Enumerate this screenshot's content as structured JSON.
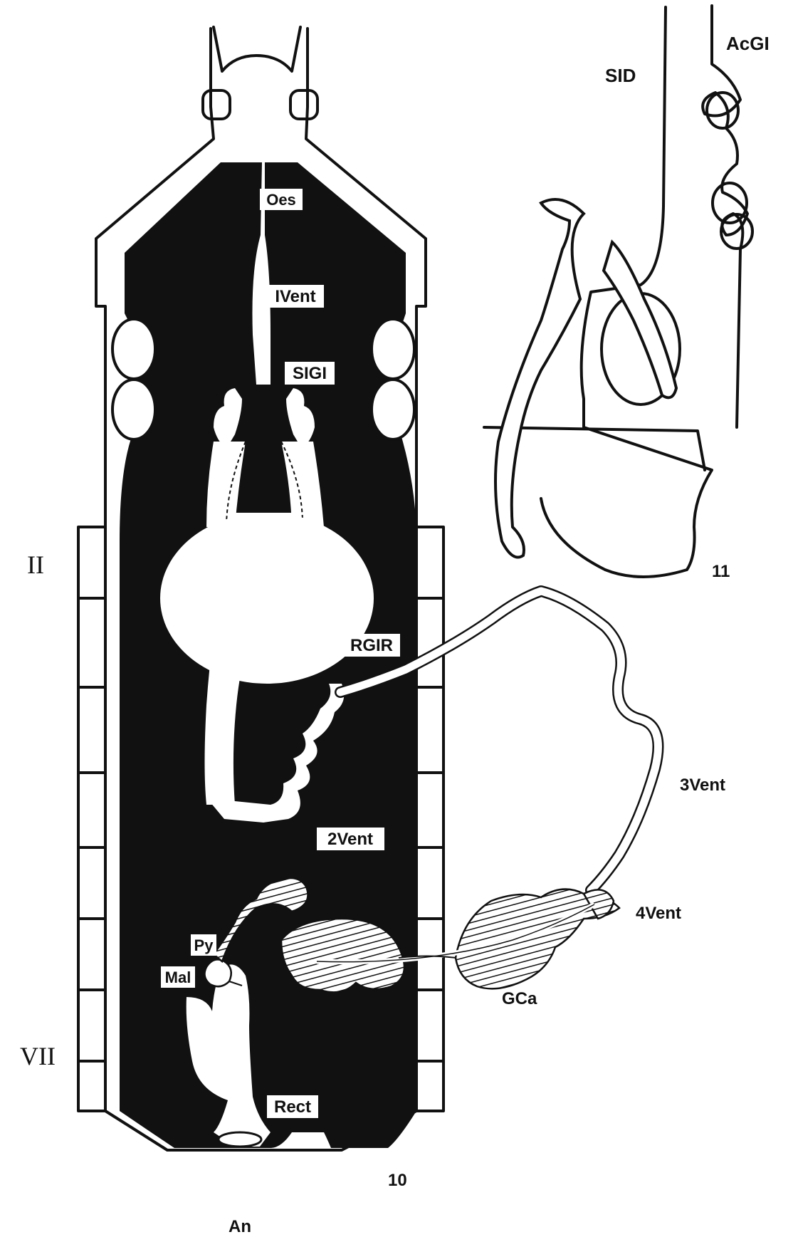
{
  "diagram": {
    "labels": {
      "oes": "Oes",
      "ivent": "IVent",
      "sigi": "SIGI",
      "rgir": "RGIR",
      "vent2": "2Vent",
      "vent3": "3Vent",
      "vent4": "4Vent",
      "py": "Py",
      "mal": "Mal",
      "gca": "GCa",
      "rect": "Rect",
      "an": "An",
      "sid": "SID",
      "acgi": "AcGI"
    },
    "figure_numbers": {
      "fig10": "10",
      "fig11": "11"
    },
    "segments": {
      "seg2": "II",
      "seg7": "VII"
    },
    "colors": {
      "ink": "#111111",
      "paper": "#ffffff"
    }
  }
}
